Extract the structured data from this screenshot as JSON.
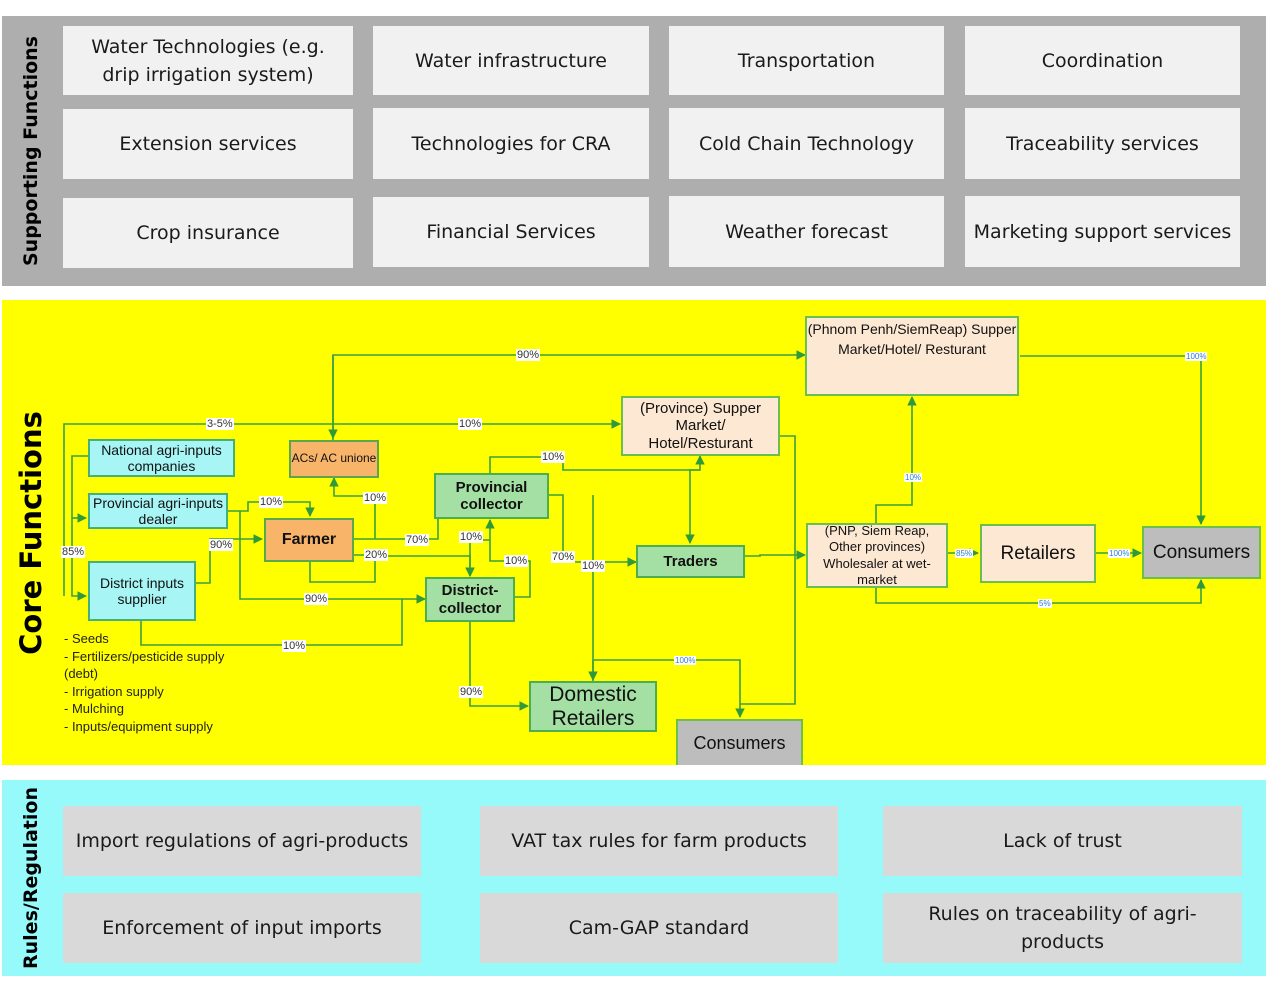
{
  "supporting_functions": {
    "title": "Supporting Functions",
    "items": [
      [
        "Water Technologies (e.g. drip irrigation system)",
        "Water infrastructure",
        "Transportation",
        "Coordination"
      ],
      [
        "Extension services",
        "Technologies for CRA",
        "Cold Chain Technology",
        "Traceability services"
      ],
      [
        "Crop insurance",
        "Financial Services",
        "Weather forecast",
        "Marketing support services"
      ]
    ]
  },
  "core_functions": {
    "title": "Core Functions",
    "nodes": {
      "national_inputs": "National agri-inputs companies",
      "provincial_inputs": "Provincial agri-inputs dealer",
      "district_inputs": "District inputs supplier",
      "acs": "ACs/ AC unione",
      "farmer": "Farmer",
      "provincial_collector": "Provincial collector",
      "district_collector": "District-collector",
      "province_market": "(Province) Supper Market/ Hotel/Resturant",
      "pp_market": "(Phnom Penh/SiemReap) Supper Market/Hotel/ Resturant",
      "traders": "Traders",
      "wholesaler": "(PNP, Siem Reap, Other provinces) Wholesaler at wet-market",
      "retailers": "Retailers",
      "consumers_right": "Consumers",
      "domestic_retailers": "Domestic Retailers",
      "consumers_bottom": "Consumers"
    },
    "flow_labels": {
      "inputs_to_farmer_direct": "3-5%",
      "farmer_to_pp_market": "90%",
      "farmer_to_province_market": "10%",
      "farmer_to_acs": "10%",
      "provincial_dealer_to_farmer": "10%",
      "district_supplier_to_farmer": "90%",
      "national_split": "85%",
      "farmer_to_provincial_collector": "70%",
      "farmer_to_district_collector": "20%",
      "dealer_to_district_collector": "90%",
      "district_supplier_to_district_collector": "10%",
      "provincial_collector_to_province_market": "10%",
      "provincial_collector_to_district_collector": "10%",
      "district_collector_to_provincial_collector": "10%",
      "provincial_collector_to_traders_a": "70%",
      "provincial_collector_to_traders_b": "10%",
      "district_collector_to_domestic_retailers": "90%",
      "domestic_to_consumers": "100%",
      "pp_market_to_consumers": "100%",
      "wholesaler_to_pp_market": "10%",
      "wholesaler_to_retailers": "85%",
      "retailers_to_consumers": "100%",
      "wholesaler_to_consumers": "5%"
    },
    "inputs_list": [
      "- Seeds",
      "- Fertilizers/pesticide supply",
      "(debt)",
      "- Irrigation supply",
      "- Mulching",
      "- Inputs/equipment supply"
    ]
  },
  "rules_regulation": {
    "title": "Rules/Regulation",
    "items": [
      [
        "Import regulations of agri-products",
        "VAT tax rules for farm products",
        "Lack of trust"
      ],
      [
        "Enforcement of input imports",
        "Cam-GAP standard",
        "Rules on traceability of agri-products"
      ]
    ]
  },
  "colors": {
    "support_bg": "#aeaeae",
    "core_bg": "#ffff00",
    "rules_bg": "#96fafa",
    "flow_line": "#3aa13a"
  }
}
